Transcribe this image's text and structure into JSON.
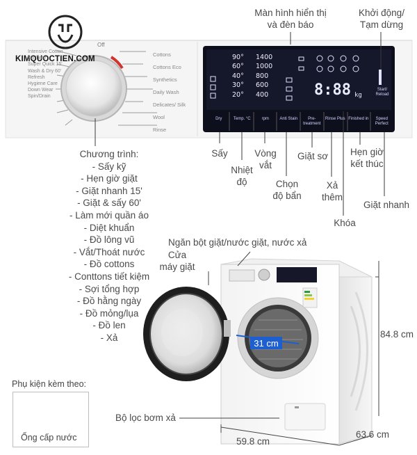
{
  "brand": {
    "logo_text": "KIMQUOCTIEN.COM"
  },
  "dial": {
    "off": "Off",
    "left_programs": [
      "Intensive Cotton",
      "My Time",
      "Super Quick 15'",
      "Wash & Dry 60'",
      "Refresh",
      "Hygiene Care",
      "Down Wear",
      "Spin/Drain"
    ],
    "right_programs": [
      "Cottons",
      "Cottons Eco",
      "Synthetics",
      "Daily Wash",
      "Delicates/ Silk",
      "Wool",
      "Rinse"
    ]
  },
  "display": {
    "temps": [
      "90°",
      "60°",
      "40°",
      "30°",
      "20°"
    ],
    "spins": [
      "1400",
      "1000",
      "800",
      "600",
      "400"
    ],
    "time": "8:88",
    "unit": "kg",
    "start_label": "Start/ Reload"
  },
  "panel_buttons": [
    "Dry",
    "Temp. °C",
    "rpm",
    "Anti Stain",
    "Pre-treatment",
    "Rinse Plus",
    "Finished in",
    "Speed Perfect"
  ],
  "annotations": {
    "display": "Màn hình hiển thị\nvà đèn báo",
    "start": "Khởi động/\nTạm dừng",
    "dry": "Sấy",
    "temp": "Nhiệt\nđộ",
    "spin": "Vòng\nvắt",
    "stain": "Chọn\nđộ bẩn",
    "prewash": "Giặt sơ",
    "rinse": "Xả\nthêm",
    "lock": "Khóa",
    "finish": "Hẹn giờ\nkết thúc",
    "speed": "Giặt nhanh",
    "detergent": "Ngăn bột giặt/nước giặt, nước xả",
    "door": "Cửa\nmáy giặt",
    "door_size": "31 cm",
    "filter": "Bộ lọc bơm xả",
    "width": "59.8 cm",
    "depth": "63.6 cm",
    "height": "84.8 cm"
  },
  "programs": {
    "title": "Chương trình:",
    "items": [
      "- Sấy kỹ",
      "- Hẹn giờ giặt",
      "- Giặt nhanh 15'",
      "- Giặt & sấy 60'",
      "- Làm mới quần áo",
      "- Diệt khuẩn",
      "- Đồ lông vũ",
      "- Vắt/Thoát nước",
      "- Đồ cottons",
      "- Conttons tiết kiệm",
      "- Sợi tổng hợp",
      "- Đồ hằng ngày",
      "- Đồ mỏng/lụa",
      "- Đồ len",
      "- Xả"
    ]
  },
  "accessories": {
    "title": "Phụ kiện kèm theo:",
    "item": "Ống cấp nước"
  },
  "colors": {
    "display_bg": "#0e0f1c",
    "dial_red": "#d0342c",
    "dimension_blue": "#1d5fd0"
  }
}
